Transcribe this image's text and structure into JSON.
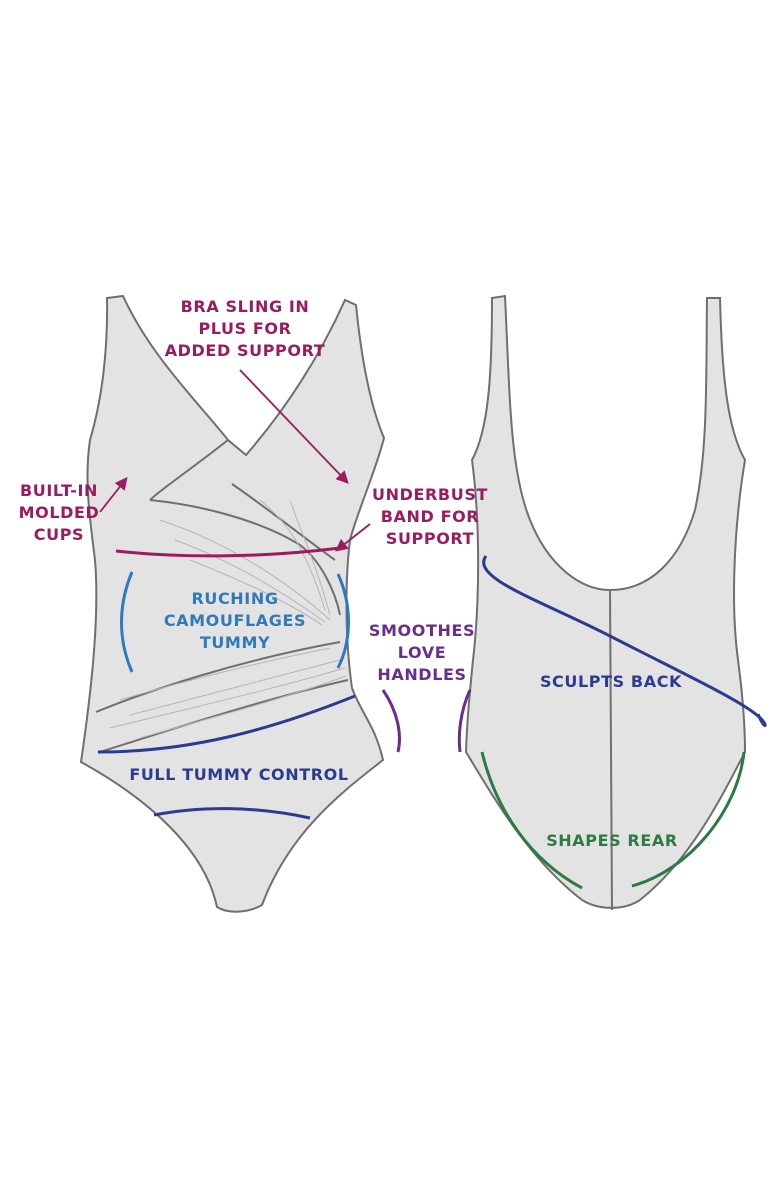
{
  "colors": {
    "garment_fill": "#e3e3e3",
    "garment_stroke": "#6f6f6f",
    "magenta": "#9c1a5e",
    "blue": "#2f79bd",
    "navy": "#2d3a92",
    "purple": "#6b2c8f",
    "green": "#2d7a44"
  },
  "labels": {
    "bra_sling": [
      "BRA SLING IN",
      "PLUS FOR",
      "ADDED SUPPORT"
    ],
    "built_in_cups": [
      "BUILT-IN",
      "MOLDED",
      "CUPS"
    ],
    "underbust": [
      "UNDERBUST",
      "BAND FOR",
      "SUPPORT"
    ],
    "ruching": [
      "RUCHING",
      "CAMOUFLAGES",
      "TUMMY"
    ],
    "love_handles": [
      "SMOOTHES",
      "LOVE",
      "HANDLES"
    ],
    "tummy_control": "FULL TUMMY CONTROL",
    "sculpts_back": "SCULPTS BACK",
    "shapes_rear": "SHAPES REAR"
  }
}
